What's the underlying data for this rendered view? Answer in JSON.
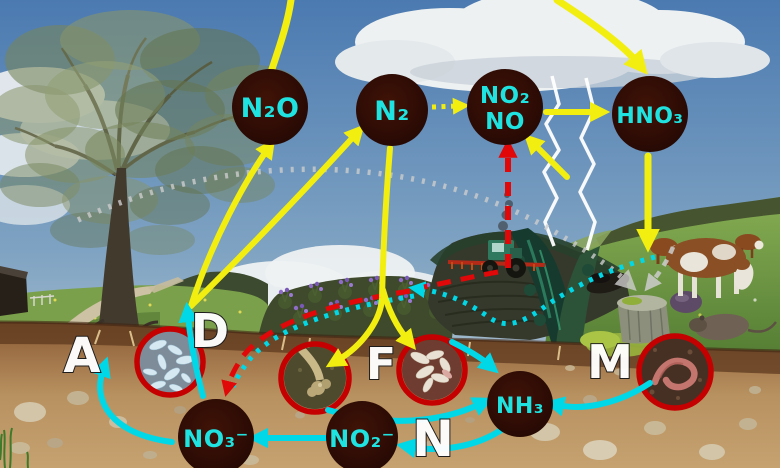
{
  "title": "Nitrogen cycle illustrated diagram",
  "nodes": {
    "n2o": {
      "label": "N₂O"
    },
    "n2": {
      "label": "N₂"
    },
    "no2_no": {
      "line1": "NO₂",
      "line2": "NO"
    },
    "hno3": {
      "label": "HNO₃"
    },
    "no3": {
      "label": "NO₃⁻"
    },
    "no2": {
      "label": "NO₂⁻"
    },
    "nh3": {
      "label": "NH₃"
    }
  },
  "letters": {
    "a": "A",
    "d": "D",
    "f": "F",
    "m": "M",
    "n": "N"
  },
  "photo_insets": {
    "d_circle": "denitrifying-bacteria-photo",
    "nodule_circle": "root-nodules-photo",
    "f_circle": "soil-organisms-photo",
    "m_circle": "earthworm-photo"
  },
  "colors": {
    "node_fill": "#2a0c05",
    "node_text": "#1fe3e0",
    "arrow_yellow": "#f2ee10",
    "arrow_cyan": "#00d8e8",
    "arrow_red": "#e00808",
    "arrow_gray": "#cdcdcd",
    "inset_ring": "#c40000",
    "letter_color": "#ffffff"
  },
  "arrows": [
    {
      "from": "NO3-",
      "to": "denitrifying bacteria",
      "color": "cyan",
      "style": "solid"
    },
    {
      "from": "denitrifying bacteria",
      "to": "N2O",
      "color": "yellow",
      "style": "solid"
    },
    {
      "from": "denitrifying bacteria",
      "to": "N2",
      "color": "yellow",
      "style": "solid"
    },
    {
      "from": "N2O",
      "to": "atmosphere",
      "color": "yellow",
      "style": "solid"
    },
    {
      "from": "N2",
      "to": "NO2 NO",
      "color": "yellow",
      "style": "dotted"
    },
    {
      "from": "NO2 NO",
      "to": "HNO3",
      "color": "yellow",
      "style": "solid"
    },
    {
      "from": "atmosphere",
      "to": "HNO3",
      "color": "yellow",
      "style": "solid"
    },
    {
      "from": "HNO3",
      "to": "pasture",
      "color": "yellow",
      "style": "solid"
    },
    {
      "from": "lightning",
      "to": "NO2 NO",
      "color": "yellow",
      "style": "solid"
    },
    {
      "from": "N2",
      "to": "root nodules",
      "color": "yellow",
      "style": "solid"
    },
    {
      "from": "N2",
      "to": "soil organisms",
      "color": "yellow",
      "style": "solid"
    },
    {
      "from": "tractor exhaust",
      "to": "NO2 NO",
      "color": "red",
      "style": "dashed"
    },
    {
      "from": "tractor fertilizer",
      "to": "field",
      "color": "red",
      "style": "dashed"
    },
    {
      "from": "field",
      "to": "NO3-",
      "color": "red and cyan",
      "style": "dashed dotted"
    },
    {
      "from": "pasture runoff",
      "to": "field",
      "color": "cyan",
      "style": "dotted"
    },
    {
      "from": "root nodules",
      "to": "NH3",
      "color": "cyan",
      "style": "solid"
    },
    {
      "from": "soil organisms",
      "to": "NH3",
      "color": "cyan",
      "style": "solid"
    },
    {
      "from": "earthworms",
      "to": "NH3",
      "color": "cyan",
      "style": "solid"
    },
    {
      "from": "NH3",
      "to": "NO2-",
      "color": "cyan",
      "style": "solid"
    },
    {
      "from": "NO2-",
      "to": "NO3-",
      "color": "cyan",
      "style": "solid"
    },
    {
      "from": "NO3-",
      "to": "plants",
      "color": "cyan",
      "style": "solid"
    },
    {
      "from": "tree litter",
      "to": "dead matter",
      "color": "gray",
      "style": "dotted"
    },
    {
      "from": "cow",
      "to": "dead matter",
      "color": "gray",
      "style": "dashed"
    }
  ]
}
